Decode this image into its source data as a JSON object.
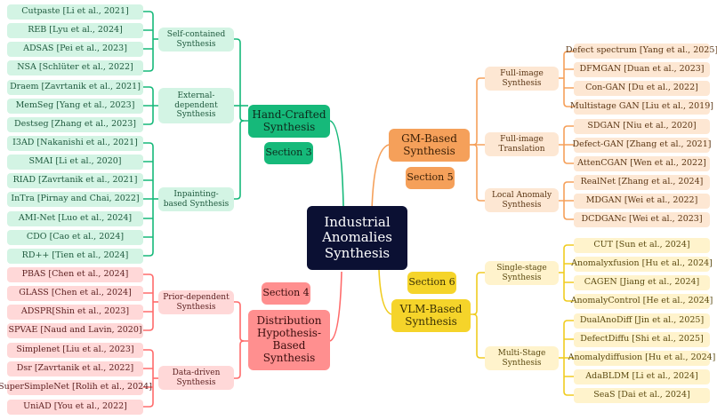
{
  "center": {
    "label": "Industrial Anomalies Synthesis"
  },
  "colors": {
    "green": "#16b97a",
    "red": "#ff6b6b",
    "orange": "#f5a05a",
    "yellow": "#f0cc20"
  },
  "branches": {
    "handcrafted": {
      "label": "Hand-Crafted Synthesis",
      "section": "Section 3",
      "groups": [
        {
          "label": "Self-contained Synthesis",
          "items": [
            "Cutpaste [Li et al., 2021]",
            "REB [Lyu et al., 2024]",
            "ADSAS [Pei et al., 2023]",
            "NSA [Schlüter et al., 2022]"
          ]
        },
        {
          "label": "External-dependent Synthesis",
          "items": [
            "Draem [Zavrtanik et al., 2021]",
            "MemSeg [Yang et al., 2023]",
            "Destseg [Zhang et al., 2023]"
          ]
        },
        {
          "label": "Inpainting-based Synthesis",
          "items": [
            "I3AD [Nakanishi et al., 2021]",
            "SMAI [Li et al., 2020]",
            "RIAD [Zavrtanik et al., 2021]",
            "InTra [Pirnay and Chai, 2022]",
            "AMI-Net [Luo et al., 2024]",
            "CDO [Cao et al., 2024]",
            "RD++ [Tien et al., 2024]"
          ]
        }
      ]
    },
    "distribution": {
      "label": "Distribution Hypothesis-Based Synthesis",
      "section": "Section 4",
      "groups": [
        {
          "label": "Prior-dependent Synthesis",
          "items": [
            "PBAS [Chen et al., 2024]",
            "GLASS [Chen et al., 2024]",
            "ADSPR[Shin et al., 2023]",
            "SPVAE [Naud and Lavin, 2020]"
          ]
        },
        {
          "label": "Data-driven Synthesis",
          "items": [
            "Simplenet [Liu et al., 2023]",
            "Dsr [Zavrtanik et al., 2022]",
            "SuperSimpleNet [Rolih et al., 2024]",
            "UniAD [You et al., 2022]"
          ]
        }
      ]
    },
    "gm": {
      "label": "GM-Based Synthesis",
      "section": "Section 5",
      "groups": [
        {
          "label": "Full-image Synthesis",
          "items": [
            "Defect spectrum [Yang et al., 2025]",
            "DFMGAN [Duan et al., 2023]",
            "Con-GAN [Du et al., 2022]",
            "Multistage GAN [Liu et al., 2019]"
          ]
        },
        {
          "label": "Full-image Translation",
          "items": [
            "SDGAN [Niu et al., 2020]",
            "Defect-GAN [Zhang et al., 2021]",
            "AttenCGAN [Wen et al., 2022]"
          ]
        },
        {
          "label": "Local Anomaly Synthesis",
          "items": [
            "RealNet [Zhang et al., 2024]",
            "MDGAN [Wei et al., 2022]",
            "DCDGANc [Wei et al., 2023]"
          ]
        }
      ]
    },
    "vlm": {
      "label": "VLM-Based Synthesis",
      "section": "Section 6",
      "groups": [
        {
          "label": "Single-stage Synthesis",
          "items": [
            "CUT [Sun et al., 2024]",
            "Anomalyxfusion [Hu et al., 2024]",
            "CAGEN [Jiang et al., 2024]",
            "AnomalyControl [He et al., 2024]"
          ]
        },
        {
          "label": "Multi-Stage Synthesis",
          "items": [
            "DualAnoDiff [Jin et al., 2025]",
            "DefectDiffu [Shi et al., 2025]",
            "Anomalydiffusion [Hu et al., 2024]",
            "AdaBLDM [Li et al., 2024]",
            "SeaS [Dai et al., 2024]"
          ]
        }
      ]
    }
  }
}
